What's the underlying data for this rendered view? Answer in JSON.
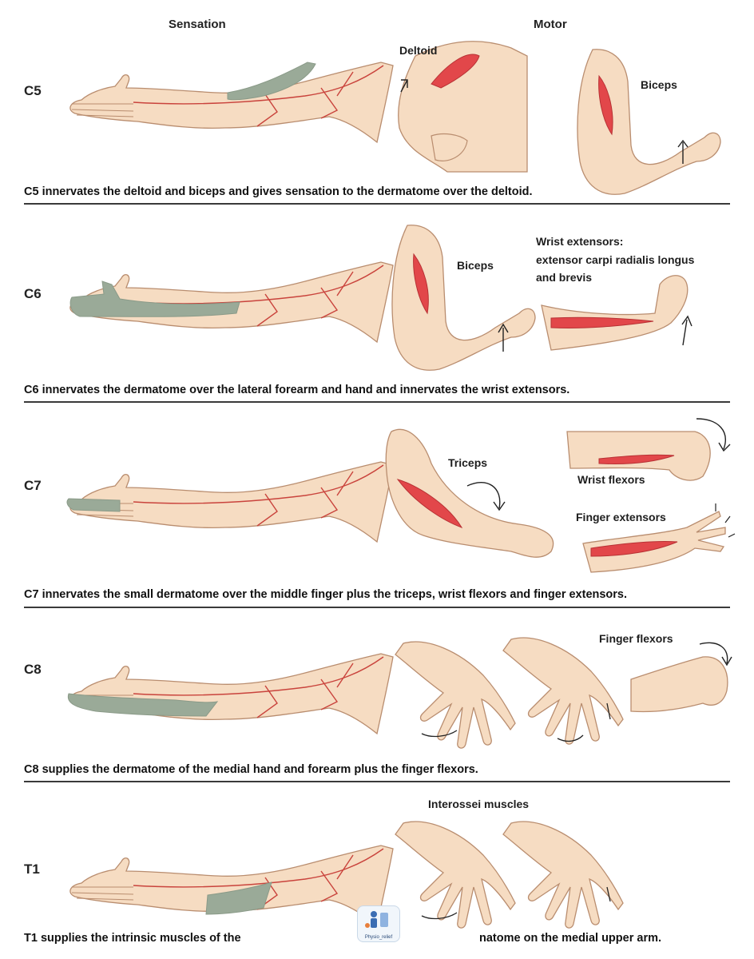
{
  "headers": {
    "sensation": "Sensation",
    "motor": "Motor"
  },
  "rows": [
    {
      "level": "C5",
      "labels": [
        "Deltoid",
        "Biceps"
      ],
      "caption": "C5 innervates the deltoid and biceps and gives sensation to the dermatome over the deltoid."
    },
    {
      "level": "C6",
      "labels": [
        "Biceps",
        "Wrist extensors:",
        "extensor carpi radialis longus",
        "and brevis"
      ],
      "caption": "C6 innervates the dermatome over the lateral forearm and hand and innervates the wrist extensors."
    },
    {
      "level": "C7",
      "labels": [
        "Triceps",
        "Wrist flexors",
        "Finger extensors"
      ],
      "caption": "C7 innervates the small dermatome over the middle finger plus the triceps, wrist flexors and finger extensors."
    },
    {
      "level": "C8",
      "labels": [
        "Finger flexors"
      ],
      "caption": "C8 supplies the dermatome of the medial hand and forearm plus the finger flexors."
    },
    {
      "level": "T1",
      "labels": [
        "Interossei muscles"
      ],
      "caption_left": "T1 supplies the intrinsic muscles of the",
      "caption_right": "natome on the medial upper arm."
    }
  ],
  "watermark": {
    "text": "Physio_relief",
    "icon": "physio-logo-icon"
  },
  "colors": {
    "skin": "#f6dcc2",
    "skin_outline": "#b98d6f",
    "dermatome": "#9aaa98",
    "muscle": "#e2474a",
    "nerve_line": "#c9433c",
    "rule": "#3a3a3a"
  }
}
